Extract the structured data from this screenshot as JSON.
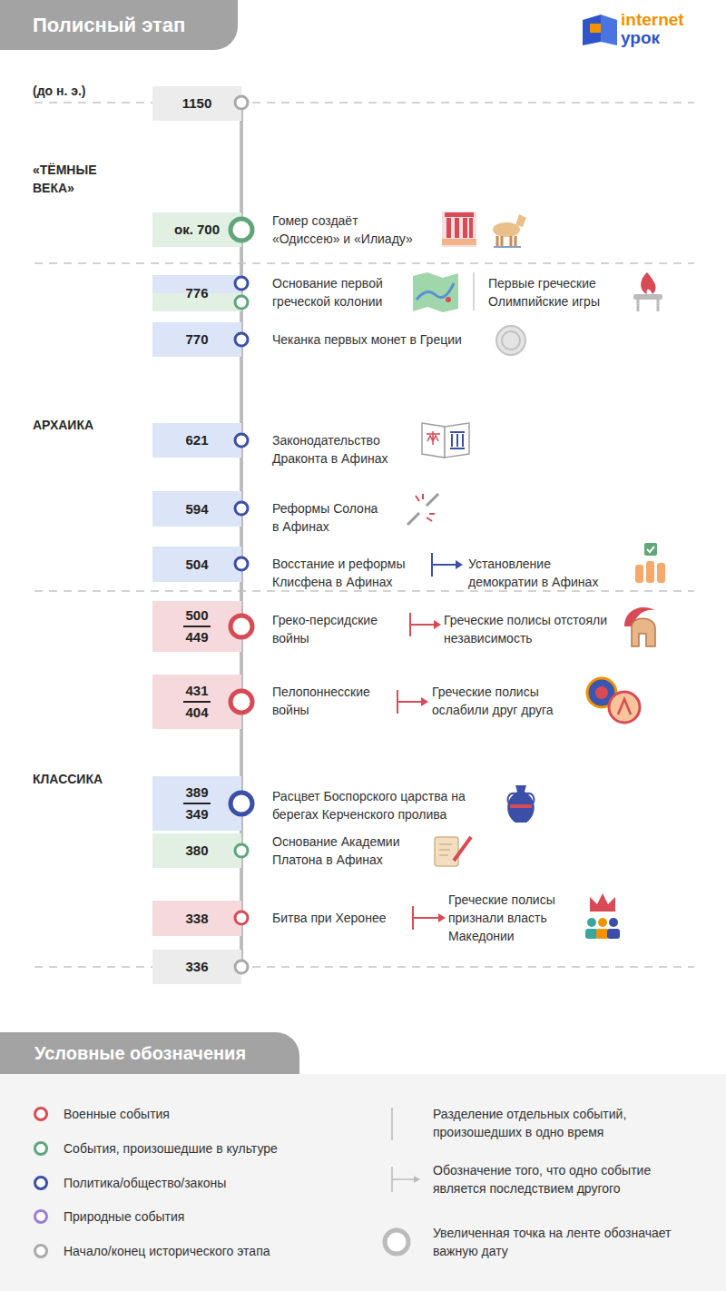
{
  "diagram": {
    "title": "Полисный этап",
    "nodes": [
      {
        "text": [
          "1150"
        ]
      },
      {
        "text": [
          "ок. 700"
        ]
      },
      {
        "text": [
          "776"
        ]
      },
      {
        "text": [
          "770"
        ]
      },
      {
        "text": [
          "621"
        ]
      },
      {
        "text": [
          "594"
        ]
      },
      {
        "text": [
          "504"
        ]
      },
      {
        "text": [
          "500",
          "449"
        ]
      },
      {
        "text": [
          "431",
          "404"
        ]
      },
      {
        "text": [
          "389",
          "349"
        ]
      },
      {
        "text": [
          "380"
        ]
      },
      {
        "text": [
          "338"
        ]
      },
      {
        "text": [
          "336"
        ]
      },
      {
        "text": [
          "Условные обозначения"
        ]
      }
    ],
    "labels": [
      "internet",
      "урок",
      "(до н. э.)",
      "«ТЁМНЫЕ ВЕКА»",
      "Гомер создаёт «Одиссею» и «Илиаду»",
      "Основание первой греческой колонии",
      "Первые греческие Олимпийские игры",
      "Чеканка первых монет в Греции",
      "АРХАИКА",
      "Законодательство Драконта в Афинах",
      "Реформы Солона в Афинах",
      "Восстание и реформы Клисфена в Афинах",
      "Установление демократии в Афинах",
      "Греко-персидские войны",
      "Греческие полисы отстояли независимость",
      "Пелопоннесские войны",
      "Греческие полисы ослабили друг друга",
      "КЛАССИКА",
      "Расцвет Боспорского царства на берегах Керченского пролива",
      "Основание Академии Платона в Афинах",
      "Битва при Херонее",
      "Греческие полисы признали власть Македонии"
    ],
    "legend": [
      {
        "text": "Военные события",
        "color": "#d84a55"
      },
      {
        "text": "События, произошедшие в культуре",
        "color": "#5fa67a"
      },
      {
        "text": "Политика/общество/законы",
        "color": "#3b4fa8"
      },
      {
        "text": "Природные события",
        "color": "#9b7fd4"
      },
      {
        "text": "Начало/конец исторического этапа",
        "color": "#aaaaaa"
      },
      {
        "text": "Разделение отдельных событий, произошедших в одно время"
      },
      {
        "text": "Обозначение того, что одно событие является последствием другого"
      },
      {
        "text": "Увеличенная точка на ленте обозначает важную дату"
      }
    ]
  }
}
